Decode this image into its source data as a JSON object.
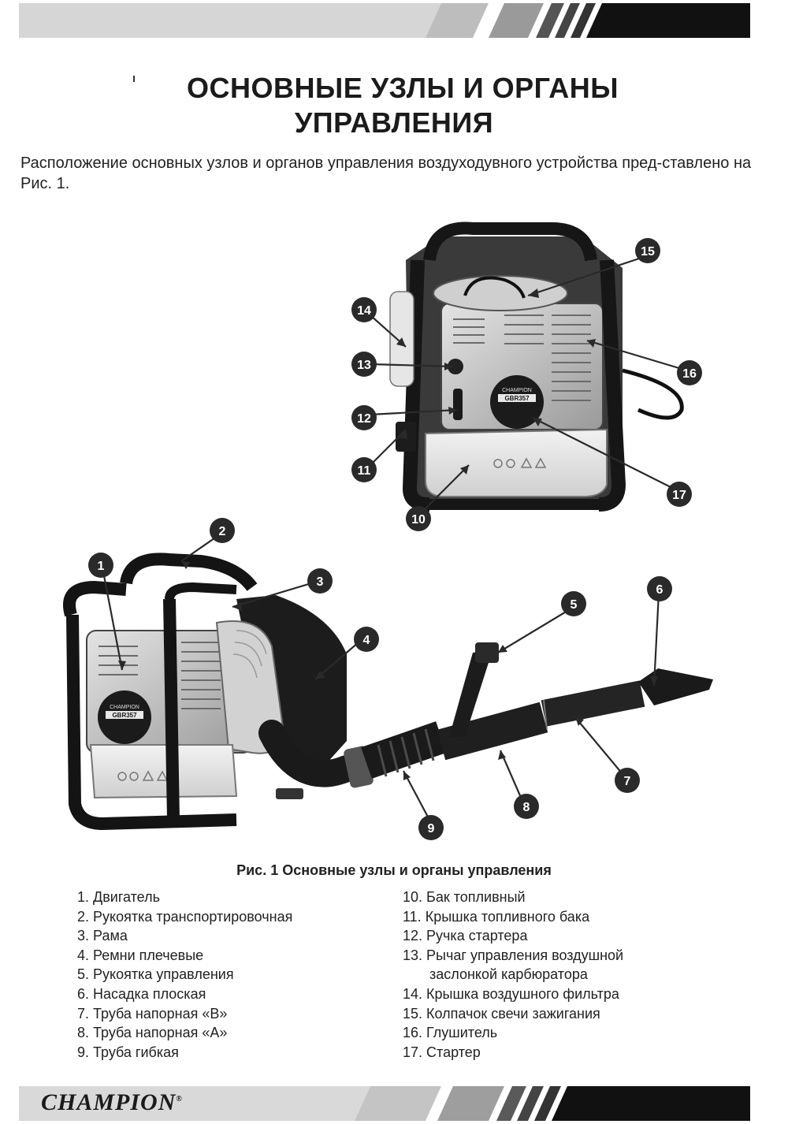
{
  "title_line1": "ОСНОВНЫЕ УЗЛЫ И ОРГАНЫ",
  "title_line2": "УПРАВЛЕНИЯ",
  "intro_text": "Расположение основных узлов и органов управления воздуходувного устройства пред-ставлено на Рис. 1.",
  "figure_caption": "Рис. 1 Основные узлы и органы управления",
  "callouts": [
    "1",
    "2",
    "3",
    "4",
    "5",
    "6",
    "7",
    "8",
    "9",
    "10",
    "11",
    "12",
    "13",
    "14",
    "15",
    "16",
    "17"
  ],
  "device_labels": {
    "brand": "CHAMPION",
    "model": "GBR357"
  },
  "parts_left": [
    {
      "num": "1.",
      "text": "Двигатель"
    },
    {
      "num": "2.",
      "text": "Рукоятка транспортировочная"
    },
    {
      "num": "3.",
      "text": "Рама"
    },
    {
      "num": "4.",
      "text": "Ремни плечевые"
    },
    {
      "num": "5.",
      "text": "Рукоятка управления"
    },
    {
      "num": "6.",
      "text": "Насадка плоская"
    },
    {
      "num": "7.",
      "text": "Труба напорная «B»"
    },
    {
      "num": "8.",
      "text": "Труба напорная «A»"
    },
    {
      "num": "9.",
      "text": "Труба гибкая"
    }
  ],
  "parts_right": [
    {
      "num": "10.",
      "text": "Бак топливный"
    },
    {
      "num": "11.",
      "text": "Крышка топливного бака"
    },
    {
      "num": "12.",
      "text": "Ручка стартера"
    },
    {
      "num": "13.",
      "text": "Рычаг управления воздушной",
      "cont": "заслонкой карбюратора"
    },
    {
      "num": "14.",
      "text": "Крышка воздушного фильтра"
    },
    {
      "num": "15.",
      "text": "Колпачок свечи зажигания"
    },
    {
      "num": "16.",
      "text": "Глушитель"
    },
    {
      "num": "17.",
      "text": "Стартер"
    }
  ],
  "footer_logo": "CHAMPION",
  "colors": {
    "ink": "#1a1a1a",
    "band_dark": "#111111",
    "band_light": "#cfcfcf",
    "callout": "#2a2a2a"
  }
}
